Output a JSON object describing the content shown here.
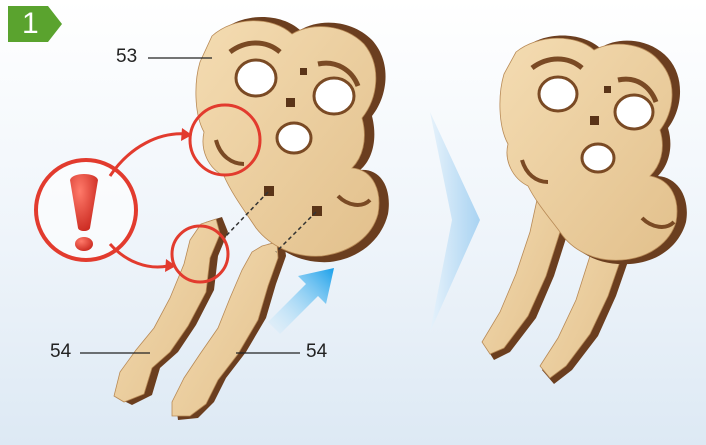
{
  "step_badge": {
    "number": "1",
    "color": "#5aa32e"
  },
  "callouts": [
    {
      "id": "top",
      "label": "53"
    },
    {
      "id": "bottom-left",
      "label": "54"
    },
    {
      "id": "bottom-right",
      "label": "54"
    }
  ],
  "colors": {
    "wood_face": "#ecd0a3",
    "wood_edge": "#6b3e1f",
    "warning_red": "#e23b2e",
    "arrow_blue": "#2fa7ea",
    "chevron_blue": "#b9dcf4"
  },
  "icons": [
    "warning-exclamation-icon",
    "direction-arrow-icon",
    "next-step-chevron-icon"
  ]
}
